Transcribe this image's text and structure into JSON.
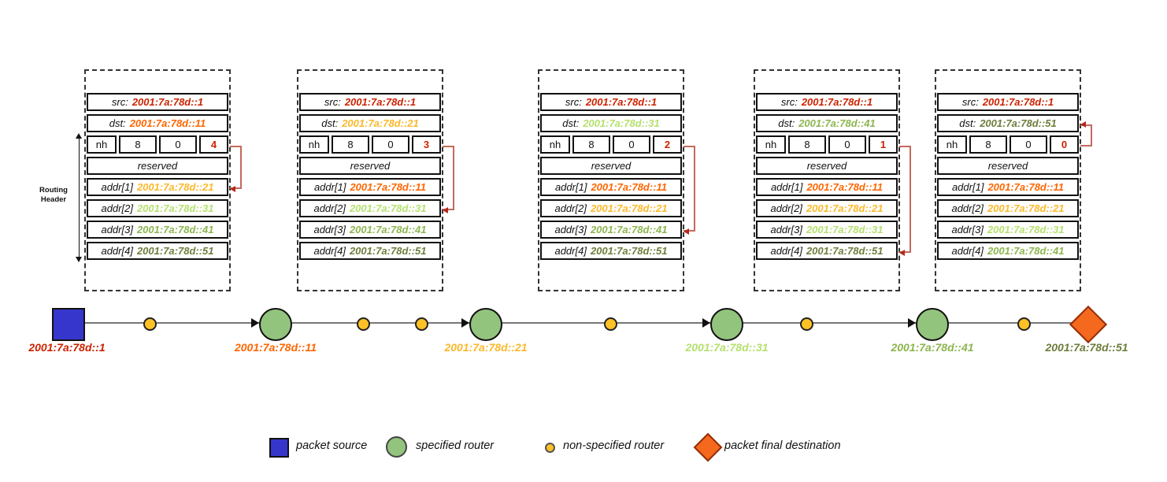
{
  "palette": {
    "src_red": "#cc2200",
    "hop1_orange": "#ff6600",
    "hop2_amber": "#fcb829",
    "hop3_light_green": "#b5e06e",
    "hop4_green": "#8cb54e",
    "hop5_olive": "#6d7d3c",
    "pointer_arrow_red": "#c4695e",
    "source_blue": "#3636cc",
    "router_green": "#93c47d",
    "nonspecified_yellow": "#ffc125",
    "destination_orange": "#f4691e"
  },
  "routing_header": {
    "label": "Routing Header"
  },
  "packets": [
    {
      "src_label": "src:",
      "src_value": "2001:7a:78d::1",
      "dst_label": "dst:",
      "dst_value": "2001:7a:78d::11",
      "nh": "nh",
      "hdr_len": "8",
      "type": "0",
      "segments_left": "4",
      "reserved": "reserved",
      "addr_labels": [
        "addr[1]",
        "addr[2]",
        "addr[3]",
        "addr[4]"
      ],
      "addr_values": [
        "2001:7a:78d::21",
        "2001:7a:78d::31",
        "2001:7a:78d::41",
        "2001:7a:78d::51"
      ]
    },
    {
      "src_label": "src:",
      "src_value": "2001:7a:78d::1",
      "dst_label": "dst:",
      "dst_value": "2001:7a:78d::21",
      "nh": "nh",
      "hdr_len": "8",
      "type": "0",
      "segments_left": "3",
      "reserved": "reserved",
      "addr_labels": [
        "addr[1]",
        "addr[2]",
        "addr[3]",
        "addr[4]"
      ],
      "addr_values": [
        "2001:7a:78d::11",
        "2001:7a:78d::31",
        "2001:7a:78d::41",
        "2001:7a:78d::51"
      ]
    },
    {
      "src_label": "src:",
      "src_value": "2001:7a:78d::1",
      "dst_label": "dst:",
      "dst_value": "2001:7a:78d::31",
      "nh": "nh",
      "hdr_len": "8",
      "type": "0",
      "segments_left": "2",
      "reserved": "reserved",
      "addr_labels": [
        "addr[1]",
        "addr[2]",
        "addr[3]",
        "addr[4]"
      ],
      "addr_values": [
        "2001:7a:78d::11",
        "2001:7a:78d::21",
        "2001:7a:78d::41",
        "2001:7a:78d::51"
      ]
    },
    {
      "src_label": "src:",
      "src_value": "2001:7a:78d::1",
      "dst_label": "dst:",
      "dst_value": "2001:7a:78d::41",
      "nh": "nh",
      "hdr_len": "8",
      "type": "0",
      "segments_left": "1",
      "reserved": "reserved",
      "addr_labels": [
        "addr[1]",
        "addr[2]",
        "addr[3]",
        "addr[4]"
      ],
      "addr_values": [
        "2001:7a:78d::11",
        "2001:7a:78d::21",
        "2001:7a:78d::31",
        "2001:7a:78d::51"
      ]
    },
    {
      "src_label": "src:",
      "src_value": "2001:7a:78d::1",
      "dst_label": "dst:",
      "dst_value": "2001:7a:78d::51",
      "nh": "nh",
      "hdr_len": "8",
      "type": "0",
      "segments_left": "0",
      "reserved": "reserved",
      "addr_labels": [
        "addr[1]",
        "addr[2]",
        "addr[3]",
        "addr[4]"
      ],
      "addr_values": [
        "2001:7a:78d::11",
        "2001:7a:78d::21",
        "2001:7a:78d::31",
        "2001:7a:78d::41"
      ]
    }
  ],
  "path": {
    "source": {
      "address": "2001:7a:78d::1"
    },
    "routers": [
      {
        "address": "2001:7a:78d::11"
      },
      {
        "address": "2001:7a:78d::21"
      },
      {
        "address": "2001:7a:78d::31"
      },
      {
        "address": "2001:7a:78d::41"
      }
    ],
    "destination": {
      "address": "2001:7a:78d::51"
    }
  },
  "legend": {
    "items": [
      {
        "label": "packet source"
      },
      {
        "label": "specified router"
      },
      {
        "label": "non-specified router"
      },
      {
        "label": "packet final destination"
      }
    ]
  }
}
